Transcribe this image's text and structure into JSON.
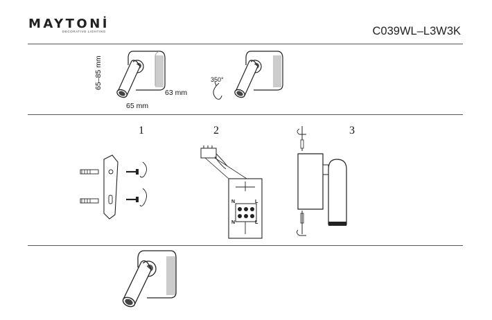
{
  "header": {
    "brand": "MAYTONİ",
    "brand_tagline": "DECORATIVE LIGHTING",
    "model": "C039WL–L3W3K"
  },
  "dimensions": {
    "height": "65–85 mm",
    "width": "65 mm",
    "depth": "63 mm",
    "rotation": "350°"
  },
  "steps": [
    "1",
    "2",
    "3"
  ],
  "terminal": {
    "n_top": "N",
    "l_top": "L",
    "n_bottom": "N",
    "l_bottom": "L"
  }
}
